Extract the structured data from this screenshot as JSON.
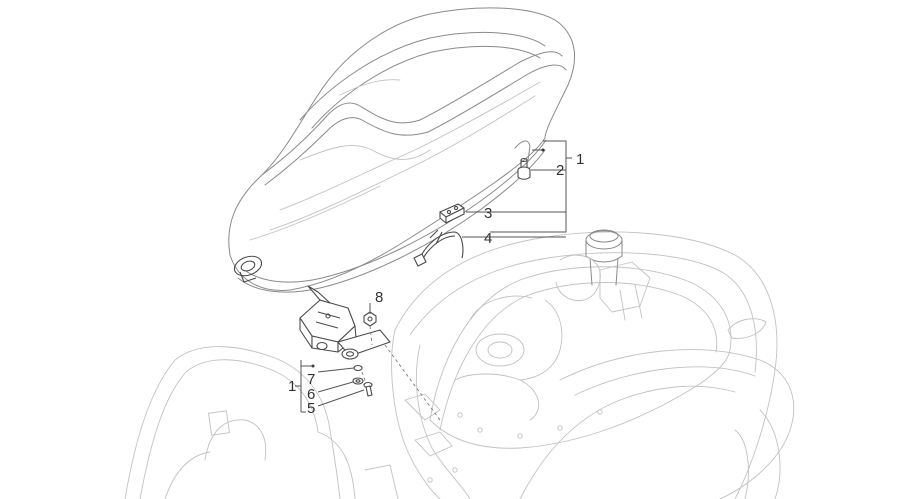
{
  "callouts": {
    "seat_assembly": "1",
    "rubber_buffer": "2",
    "bracket": "3",
    "spring_clip": "4",
    "hinge_assembly": "1",
    "screw": "5",
    "washer": "6",
    "plug": "7",
    "nut": "8"
  }
}
